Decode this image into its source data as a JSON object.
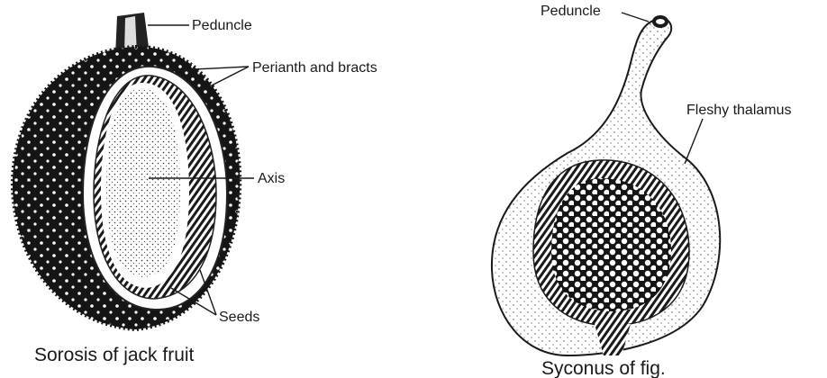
{
  "jackfruit": {
    "labels": {
      "peduncle": "Peduncle",
      "perianth": "Perianth and bracts",
      "axis": "Axis",
      "seeds": "Seeds"
    },
    "caption": "Sorosis of jack fruit"
  },
  "fig": {
    "labels": {
      "peduncle": "Peduncle",
      "thalamus": "Fleshy thalamus"
    },
    "caption": "Syconus of fig."
  }
}
